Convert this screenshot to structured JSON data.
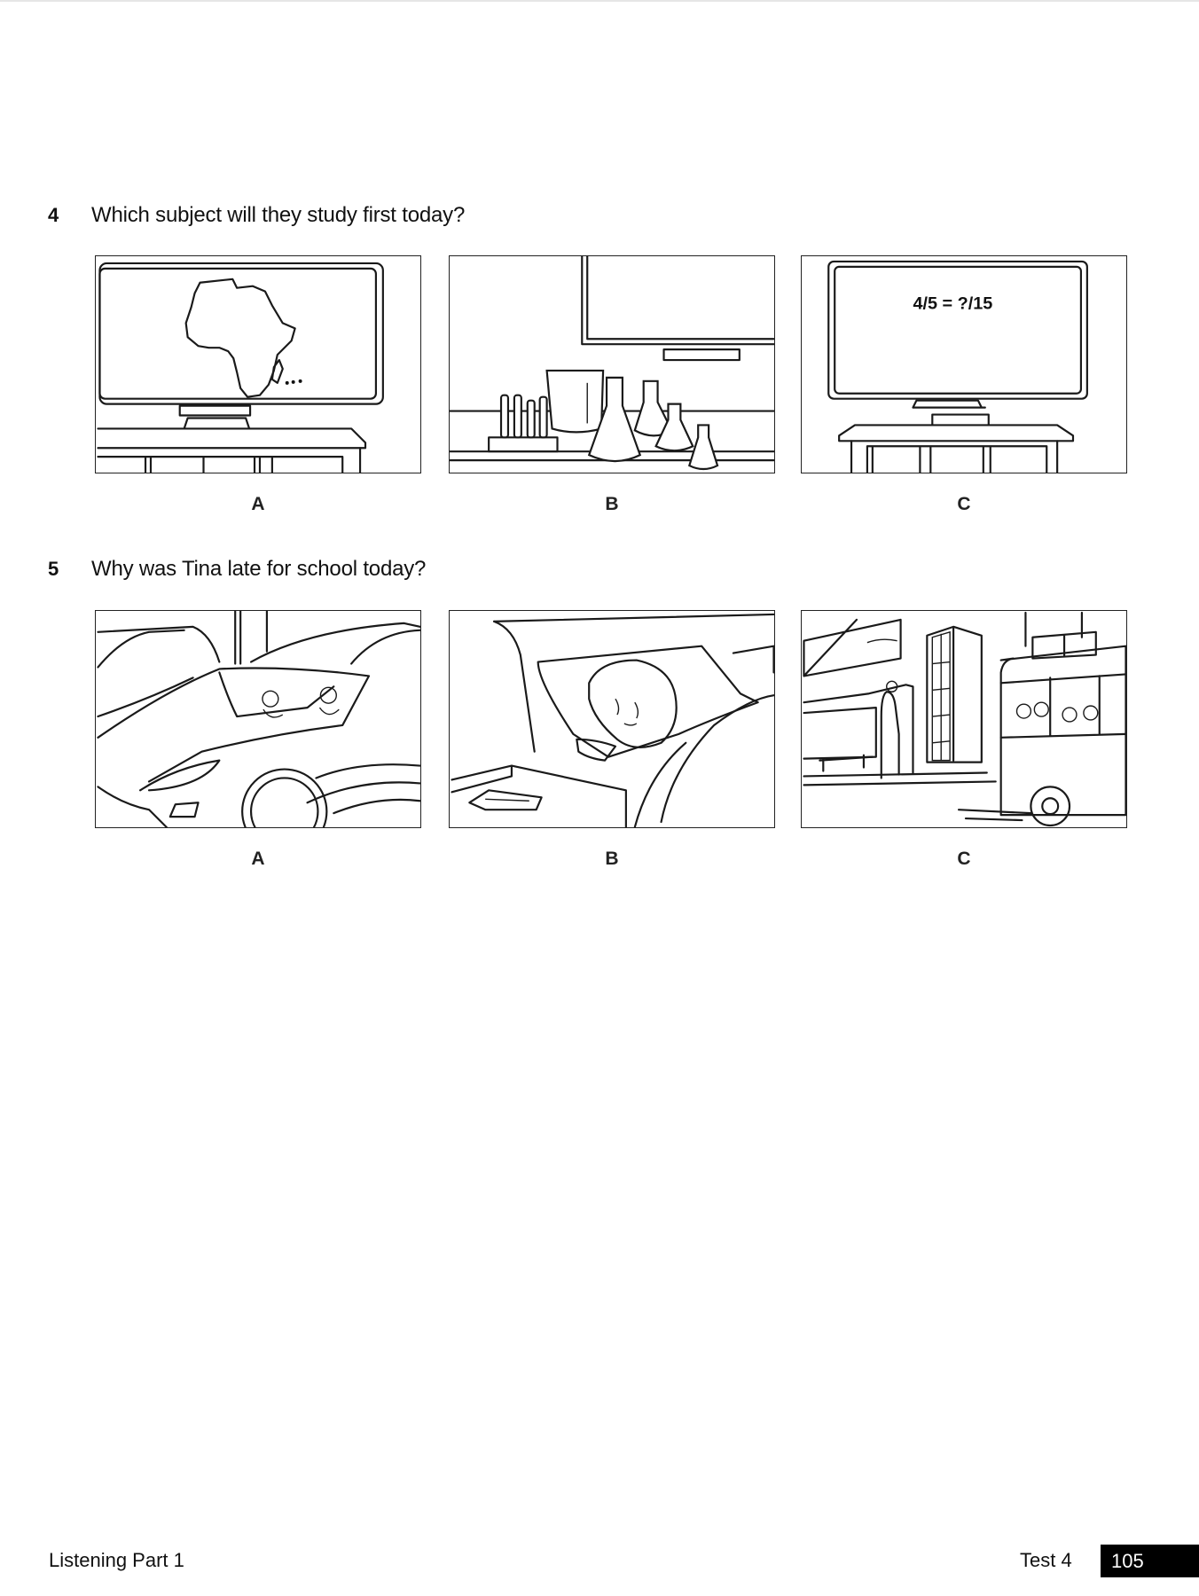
{
  "questions": [
    {
      "number": "4",
      "text": "Which subject will they study first today?",
      "options": [
        {
          "label": "A",
          "image": "classroom-screen-map-of-africa",
          "icon": "map-of-africa-icon"
        },
        {
          "label": "B",
          "image": "science-lab-beakers-and-flasks",
          "icon": "lab-equipment-icon"
        },
        {
          "label": "C",
          "image": "classroom-screen-maths-equation",
          "icon": "maths-equation-icon",
          "screen_text": "4/5 = ?/15"
        }
      ]
    },
    {
      "number": "5",
      "text": "Why was Tina late for school today?",
      "options": [
        {
          "label": "A",
          "image": "girl-in-car-with-parent-in-traffic",
          "icon": "car-icon"
        },
        {
          "label": "B",
          "image": "girl-sleeping-in-bed-phone-on-table",
          "icon": "sleeping-icon"
        },
        {
          "label": "C",
          "image": "girl-at-bus-stop-missing-bus",
          "icon": "bus-icon"
        }
      ]
    }
  ],
  "footer": {
    "section": "Listening Part 1",
    "test": "Test 4",
    "page_number": "105",
    "page_box_color": "#000000"
  }
}
